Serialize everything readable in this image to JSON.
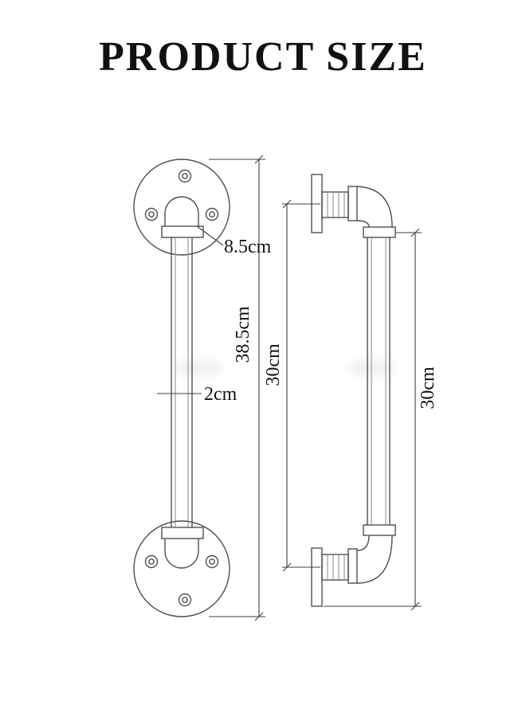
{
  "title": "PRODUCT SIZE",
  "front_view": {
    "flange_diameter_label": "8.5cm",
    "total_length_label": "38.5cm",
    "pipe_diameter_label": "2cm"
  },
  "side_view": {
    "left_length_label": "30cm",
    "right_length_label": "30cm"
  },
  "colors": {
    "background": "#ffffff",
    "line": "#4f4f4f",
    "dimension_line": "#3f3f3f",
    "text": "#141414"
  }
}
